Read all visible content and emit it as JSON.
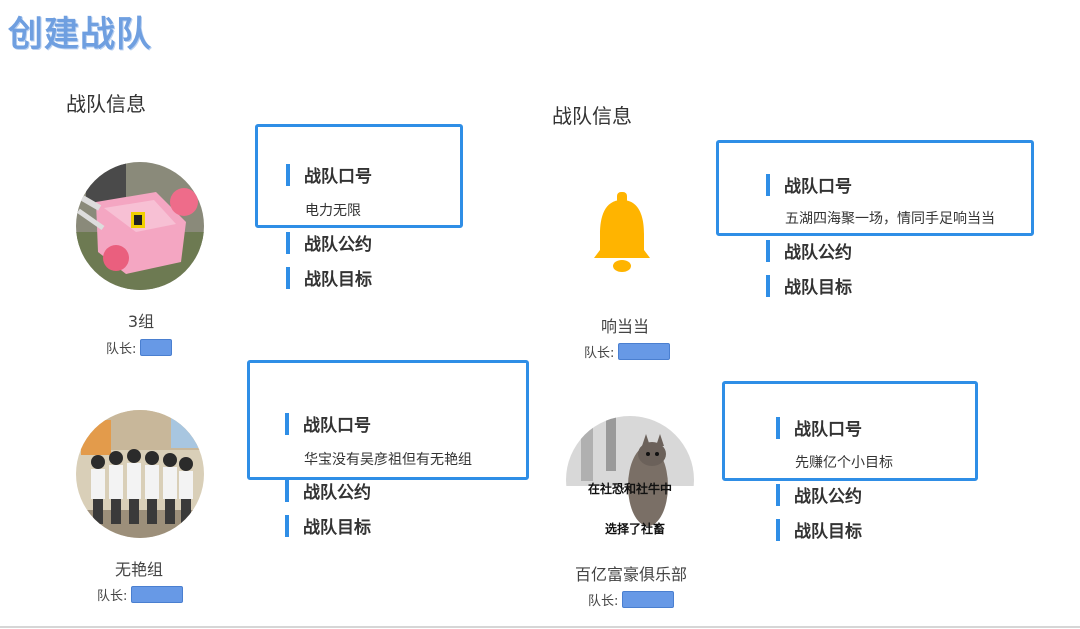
{
  "page_title": "创建战队",
  "section_titles": [
    "战队信息",
    "战队信息"
  ],
  "labels": {
    "slogan": "战队口号",
    "covenant": "战队公约",
    "goal": "战队目标",
    "leader": "队长:"
  },
  "teams": [
    {
      "name": "3组",
      "slogan": "电力无限",
      "avatar_icon": "toy-car-icon"
    },
    {
      "name": "无艳组",
      "slogan": "华宝没有吴彦祖但有无艳组",
      "avatar_icon": "group-photo"
    },
    {
      "name": "响当当",
      "slogan": "五湖四海聚一场，情同手足响当当",
      "avatar_icon": "bell-icon"
    },
    {
      "name": "百亿富豪俱乐部",
      "slogan": "先赚亿个小目标",
      "avatar_icon": "cat-meme",
      "avatar_caption": [
        "在社恐和社牛中",
        "选择了社畜"
      ]
    }
  ],
  "colors": {
    "accent": "#2f8ee6",
    "title": "#6f9fe0",
    "bell": "#ffb400",
    "redaction": "#6799e6"
  }
}
